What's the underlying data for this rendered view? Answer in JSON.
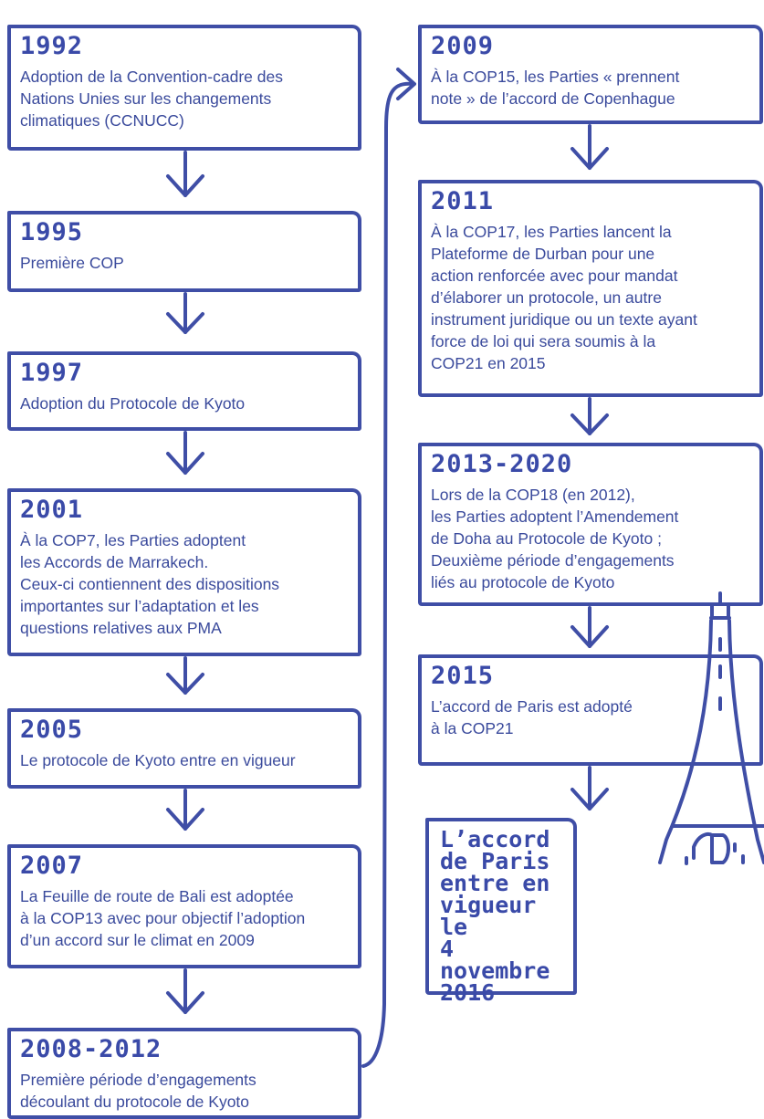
{
  "colors": {
    "stroke": "#3f4ea6",
    "text": "#3a4a9c"
  },
  "timeline_left": [
    {
      "year": "1992",
      "description": "Adoption de la Convention-cadre des\nNations Unies sur les changements\nclimatiques (CCNUCC)"
    },
    {
      "year": "1995",
      "description": "Première COP"
    },
    {
      "year": "1997",
      "description": "Adoption du Protocole de Kyoto"
    },
    {
      "year": "2001",
      "description": "À la COP7, les Parties adoptent\nles Accords de Marrakech.\nCeux-ci contiennent des dispositions\nimportantes sur l’adaptation et les\nquestions relatives aux PMA"
    },
    {
      "year": "2005",
      "description": "Le protocole de Kyoto entre en vigueur"
    },
    {
      "year": "2007",
      "description": "La Feuille de route de Bali est adoptée\nà la COP13 avec pour objectif l’adoption\nd’un accord sur le climat en 2009"
    },
    {
      "year": "2008-2012",
      "description": "Première période d’engagements\ndécoulant du protocole de Kyoto"
    }
  ],
  "timeline_right": [
    {
      "year": "2009",
      "description": "À la COP15, les Parties « prennent\nnote » de l’accord de Copenhague"
    },
    {
      "year": "2011",
      "description": "À la COP17, les Parties lancent la\nPlateforme de Durban pour une\naction renforcée avec pour mandat\nd’élaborer un protocole, un autre\ninstrument juridique ou un texte ayant\nforce de loi qui sera soumis à la\nCOP21 en 2015"
    },
    {
      "year": "2013-2020",
      "description": "Lors de la COP18 (en 2012),\nles Parties adoptent l’Amendement\nde Doha au Protocole de Kyoto ;\nDeuxième période d’engagements\nliés au protocole de Kyoto"
    },
    {
      "year": "2015",
      "description": "L’accord de Paris est adopté\nà la COP21"
    }
  ],
  "final_box": {
    "text": "L’accord\nde Paris\nentre en\nvigueur le\n4 novembre\n2016"
  },
  "illustration": {
    "icon": "eiffel-tower-icon"
  }
}
